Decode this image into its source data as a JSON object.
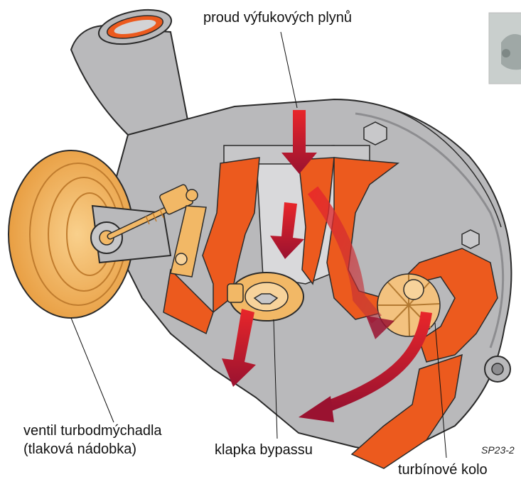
{
  "labels": {
    "exhaust_flow": "proud výfukových plynů",
    "actuator_line1": "ventil turbodmýchadla",
    "actuator_line2": "(tlaková nádobka)",
    "bypass_flap": "klapka bypassu",
    "turbine_wheel": "turbínové kolo"
  },
  "figure_code": "SP23-2",
  "colors": {
    "housing_gray": "#b9b9bb",
    "housing_dark": "#8d8d90",
    "cutaway_orange": "#ec5a1e",
    "brass": "#f2b866",
    "arrow_red": "#e8262a",
    "arrow_dark": "#9a1230",
    "outline": "#2a2a2a"
  }
}
